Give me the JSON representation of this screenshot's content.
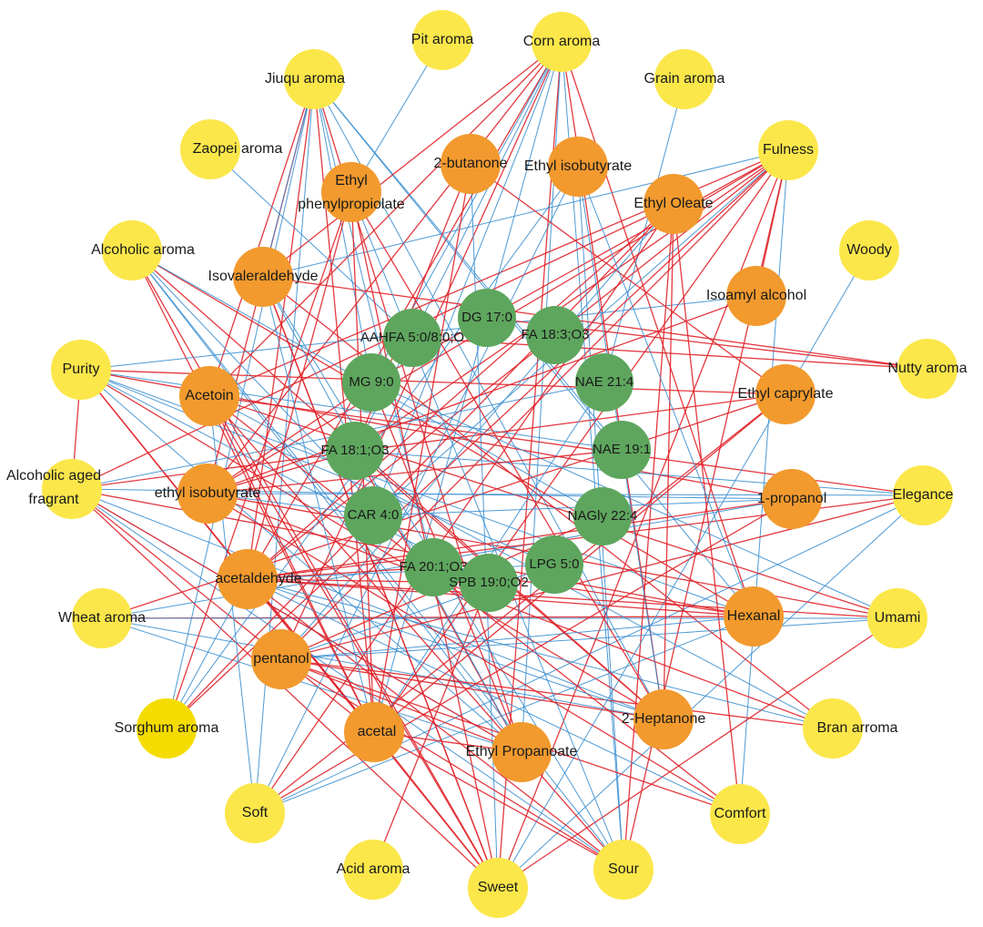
{
  "colors": {
    "background": "#ffffff",
    "flavor_node": "#fbe74a",
    "sorghum_node": "#f5dc00",
    "volatile_node": "#f29a2e",
    "lipid_node": "#5ea65e",
    "edge_positive": "#e0242a",
    "edge_negative": "#3b8fd0"
  },
  "nodes": [
    {
      "id": "pit",
      "label": "Pit aroma",
      "group": "flavor"
    },
    {
      "id": "corn",
      "label": "Corn aroma",
      "group": "flavor"
    },
    {
      "id": "grain",
      "label": "Grain aroma",
      "group": "flavor"
    },
    {
      "id": "jiuqu",
      "label": "Jiuqu aroma",
      "group": "flavor"
    },
    {
      "id": "fulness",
      "label": "Fulness",
      "group": "flavor"
    },
    {
      "id": "zaopei",
      "label": "Zaopei aroma",
      "group": "flavor"
    },
    {
      "id": "woody",
      "label": "Woody",
      "group": "flavor"
    },
    {
      "id": "alcoholic",
      "label": "Alcoholic aroma",
      "group": "flavor"
    },
    {
      "id": "nutty",
      "label": "Nutty aroma",
      "group": "flavor"
    },
    {
      "id": "purity",
      "label": "Purity",
      "group": "flavor"
    },
    {
      "id": "aged",
      "label": "Alcoholic aged\nfragrant",
      "group": "flavor"
    },
    {
      "id": "elegance",
      "label": "Elegance",
      "group": "flavor"
    },
    {
      "id": "wheat",
      "label": "Wheat aroma",
      "group": "flavor"
    },
    {
      "id": "umami",
      "label": "Umami",
      "group": "flavor"
    },
    {
      "id": "sorghum",
      "label": "Sorghum aroma",
      "group": "sorghum"
    },
    {
      "id": "bran",
      "label": "Bran arroma",
      "group": "flavor"
    },
    {
      "id": "soft",
      "label": "Soft",
      "group": "flavor"
    },
    {
      "id": "comfort",
      "label": "Comfort",
      "group": "flavor"
    },
    {
      "id": "acid",
      "label": "Acid aroma",
      "group": "flavor"
    },
    {
      "id": "sweet",
      "label": "Sweet",
      "group": "flavor"
    },
    {
      "id": "sour",
      "label": "Sour",
      "group": "flavor"
    },
    {
      "id": "butanone",
      "label": "2-butanone",
      "group": "volatile"
    },
    {
      "id": "ethisobut1",
      "label": "Ethyl isobutyrate",
      "group": "volatile"
    },
    {
      "id": "ethphen",
      "label": "Ethyl\nphenylpropiolate",
      "group": "volatile"
    },
    {
      "id": "etholeate",
      "label": "Ethyl Oleate",
      "group": "volatile"
    },
    {
      "id": "isoval",
      "label": "Isovaleraldehyde",
      "group": "volatile"
    },
    {
      "id": "isoamyl",
      "label": "Isoamyl alcohol",
      "group": "volatile"
    },
    {
      "id": "acetoin",
      "label": "Acetoin",
      "group": "volatile"
    },
    {
      "id": "ethcapr",
      "label": "Ethyl caprylate",
      "group": "volatile"
    },
    {
      "id": "ethisobut2",
      "label": "ethyl isobutyrate",
      "group": "volatile"
    },
    {
      "id": "propanol",
      "label": "1-propanol",
      "group": "volatile"
    },
    {
      "id": "acetald",
      "label": "acetaldehyde",
      "group": "volatile"
    },
    {
      "id": "hexanal",
      "label": "Hexanal",
      "group": "volatile"
    },
    {
      "id": "pentanol",
      "label": "pentanol",
      "group": "volatile"
    },
    {
      "id": "heptanone",
      "label": "2-Heptanone",
      "group": "volatile"
    },
    {
      "id": "acetal",
      "label": "acetal",
      "group": "volatile"
    },
    {
      "id": "ethprop",
      "label": "Ethyl Propanoate",
      "group": "volatile"
    },
    {
      "id": "dg17",
      "label": "DG 17:0",
      "group": "lipid"
    },
    {
      "id": "aahfa",
      "label": "AAHFA 5:0/8:0;O",
      "group": "lipid"
    },
    {
      "id": "fa183",
      "label": "FA 18:3;O3",
      "group": "lipid"
    },
    {
      "id": "mg9",
      "label": "MG 9:0",
      "group": "lipid"
    },
    {
      "id": "nae214",
      "label": "NAE 21:4",
      "group": "lipid"
    },
    {
      "id": "fa181",
      "label": "FA 18:1;O3",
      "group": "lipid"
    },
    {
      "id": "nae191",
      "label": "NAE 19:1",
      "group": "lipid"
    },
    {
      "id": "car4",
      "label": "CAR 4:0",
      "group": "lipid"
    },
    {
      "id": "nagly",
      "label": "NAGly 22:4",
      "group": "lipid"
    },
    {
      "id": "fa201",
      "label": "FA 20:1;O3",
      "group": "lipid"
    },
    {
      "id": "lpg5",
      "label": "LPG 5:0",
      "group": "lipid"
    },
    {
      "id": "spb19",
      "label": "SPB 19:0;O2",
      "group": "lipid"
    }
  ],
  "edges": [
    [
      "jiuqu",
      "ethisobut2",
      "positive"
    ],
    [
      "jiuqu",
      "acetald",
      "positive"
    ],
    [
      "jiuqu",
      "acetoin",
      "positive"
    ],
    [
      "jiuqu",
      "acetal",
      "positive"
    ],
    [
      "jiuqu",
      "hexanal",
      "negative"
    ],
    [
      "jiuqu",
      "ethprop",
      "positive"
    ],
    [
      "jiuqu",
      "heptanone",
      "negative"
    ],
    [
      "jiuqu",
      "sorghum",
      "negative"
    ],
    [
      "jiuqu",
      "isoval",
      "negative"
    ],
    [
      "jiuqu",
      "mg9",
      "negative"
    ],
    [
      "jiuqu",
      "fa201",
      "negative"
    ],
    [
      "jiuqu",
      "nae191",
      "negative"
    ],
    [
      "jiuqu",
      "soft",
      "negative"
    ],
    [
      "corn",
      "ethisobut2",
      "positive"
    ],
    [
      "corn",
      "acetald",
      "positive"
    ],
    [
      "corn",
      "acetoin",
      "positive"
    ],
    [
      "corn",
      "pentanol",
      "positive"
    ],
    [
      "corn",
      "sweet",
      "positive"
    ],
    [
      "corn",
      "sour",
      "negative"
    ],
    [
      "corn",
      "acetal",
      "negative"
    ],
    [
      "corn",
      "ethprop",
      "negative"
    ],
    [
      "corn",
      "mg9",
      "negative"
    ],
    [
      "corn",
      "fa181",
      "negative"
    ],
    [
      "corn",
      "heptanone",
      "positive"
    ],
    [
      "corn",
      "hexanal",
      "positive"
    ],
    [
      "corn",
      "car4",
      "negative"
    ],
    [
      "corn",
      "isoval",
      "positive"
    ],
    [
      "pit",
      "ethphen",
      "negative"
    ],
    [
      "grain",
      "nae214",
      "negative"
    ],
    [
      "woody",
      "ethcapr",
      "negative"
    ],
    [
      "zaopei",
      "aahfa",
      "negative"
    ],
    [
      "fulness",
      "ethisobut2",
      "positive"
    ],
    [
      "fulness",
      "acetald",
      "positive"
    ],
    [
      "fulness",
      "acetoin",
      "positive"
    ],
    [
      "fulness",
      "pentanol",
      "positive"
    ],
    [
      "fulness",
      "sweet",
      "positive"
    ],
    [
      "fulness",
      "sour",
      "positive"
    ],
    [
      "fulness",
      "acetal",
      "positive"
    ],
    [
      "fulness",
      "fa181",
      "positive"
    ],
    [
      "fulness",
      "car4",
      "negative"
    ],
    [
      "fulness",
      "mg9",
      "positive"
    ],
    [
      "fulness",
      "comfort",
      "negative"
    ],
    [
      "fulness",
      "isoval",
      "negative"
    ],
    [
      "alcoholic",
      "acetal",
      "positive"
    ],
    [
      "alcoholic",
      "ethprop",
      "negative"
    ],
    [
      "alcoholic",
      "hexanal",
      "positive"
    ],
    [
      "alcoholic",
      "heptanone",
      "positive"
    ],
    [
      "alcoholic",
      "sweet",
      "positive"
    ],
    [
      "alcoholic",
      "sour",
      "negative"
    ],
    [
      "alcoholic",
      "nagly",
      "negative"
    ],
    [
      "alcoholic",
      "fa201",
      "negative"
    ],
    [
      "purity",
      "ethcapr",
      "positive"
    ],
    [
      "purity",
      "hexanal",
      "negative"
    ],
    [
      "purity",
      "heptanone",
      "positive"
    ],
    [
      "purity",
      "ethprop",
      "negative"
    ],
    [
      "purity",
      "acetal",
      "positive"
    ],
    [
      "purity",
      "sweet",
      "positive"
    ],
    [
      "purity",
      "nae191",
      "negative"
    ],
    [
      "purity",
      "lpg5",
      "negative"
    ],
    [
      "purity",
      "spb19",
      "negative"
    ],
    [
      "purity",
      "propanol",
      "positive"
    ],
    [
      "purity",
      "isoamyl",
      "negative"
    ],
    [
      "purity",
      "aged",
      "positive"
    ],
    [
      "aged",
      "ethcapr",
      "positive"
    ],
    [
      "aged",
      "hexanal",
      "positive"
    ],
    [
      "aged",
      "heptanone",
      "negative"
    ],
    [
      "aged",
      "ethprop",
      "negative"
    ],
    [
      "aged",
      "acetal",
      "positive"
    ],
    [
      "aged",
      "sweet",
      "positive"
    ],
    [
      "aged",
      "sour",
      "negative"
    ],
    [
      "aged",
      "propanol",
      "negative"
    ],
    [
      "aged",
      "etholeate",
      "positive"
    ],
    [
      "aged",
      "nae214",
      "negative"
    ],
    [
      "wheat",
      "hexanal",
      "positive"
    ],
    [
      "wheat",
      "heptanone",
      "negative"
    ],
    [
      "wheat",
      "ethprop",
      "negative"
    ],
    [
      "wheat",
      "propanol",
      "negative"
    ],
    [
      "wheat",
      "ethcapr",
      "positive"
    ],
    [
      "wheat",
      "umami",
      "negative"
    ],
    [
      "sorghum",
      "acetald",
      "negative"
    ],
    [
      "sorghum",
      "etholeate",
      "positive"
    ],
    [
      "sorghum",
      "fulness",
      "positive"
    ],
    [
      "sorghum",
      "ethisobut1",
      "negative"
    ],
    [
      "sorghum",
      "ethphen",
      "positive"
    ],
    [
      "soft",
      "etholeate",
      "positive"
    ],
    [
      "soft",
      "ethisobut1",
      "negative"
    ],
    [
      "soft",
      "acetoin",
      "negative"
    ],
    [
      "soft",
      "hexanal",
      "negative"
    ],
    [
      "soft",
      "propanol",
      "positive"
    ],
    [
      "soft",
      "elegance",
      "negative"
    ],
    [
      "acid",
      "spb19",
      "positive"
    ],
    [
      "sweet",
      "butanone",
      "negative"
    ],
    [
      "sweet",
      "ethphen",
      "positive"
    ],
    [
      "sweet",
      "isoval",
      "positive"
    ],
    [
      "sweet",
      "elegance",
      "negative"
    ],
    [
      "sweet",
      "umami",
      "positive"
    ],
    [
      "sour",
      "etholeate",
      "positive"
    ],
    [
      "sour",
      "ethisobut1",
      "negative"
    ],
    [
      "sour",
      "acetald",
      "positive"
    ],
    [
      "sour",
      "pentanol",
      "positive"
    ],
    [
      "sour",
      "isoval",
      "negative"
    ],
    [
      "comfort",
      "ethisobut2",
      "positive"
    ],
    [
      "comfort",
      "acetald",
      "negative"
    ],
    [
      "comfort",
      "pentanol",
      "positive"
    ],
    [
      "comfort",
      "acetoin",
      "positive"
    ],
    [
      "comfort",
      "etholeate",
      "positive"
    ],
    [
      "bran",
      "ethisobut2",
      "positive"
    ],
    [
      "bran",
      "acetald",
      "negative"
    ],
    [
      "bran",
      "pentanol",
      "positive"
    ],
    [
      "bran",
      "acetoin",
      "negative"
    ],
    [
      "bran",
      "isoval",
      "positive"
    ],
    [
      "umami",
      "ethisobut2",
      "positive"
    ],
    [
      "umami",
      "acetald",
      "positive"
    ],
    [
      "umami",
      "pentanol",
      "negative"
    ],
    [
      "umami",
      "acetoin",
      "positive"
    ],
    [
      "umami",
      "mg9",
      "negative"
    ],
    [
      "elegance",
      "ethisobut2",
      "negative"
    ],
    [
      "elegance",
      "acetald",
      "positive"
    ],
    [
      "elegance",
      "pentanol",
      "positive"
    ],
    [
      "elegance",
      "acetoin",
      "positive"
    ],
    [
      "elegance",
      "fa181",
      "negative"
    ],
    [
      "nutty",
      "aahfa",
      "positive"
    ],
    [
      "nutty",
      "isoval",
      "positive"
    ],
    [
      "nutty",
      "dg17",
      "positive"
    ],
    [
      "ethcapr",
      "butanone",
      "positive"
    ],
    [
      "ethcapr",
      "sweet",
      "negative"
    ],
    [
      "ethcapr",
      "soft",
      "positive"
    ],
    [
      "ethcapr",
      "acetal",
      "positive"
    ],
    [
      "isoamyl",
      "ethisobut2",
      "positive"
    ],
    [
      "isoamyl",
      "fulness",
      "positive"
    ],
    [
      "etholeate",
      "acetald",
      "positive"
    ],
    [
      "etholeate",
      "heptanone",
      "positive"
    ],
    [
      "etholeate",
      "pentanol",
      "negative"
    ],
    [
      "ethisobut1",
      "hexanal",
      "negative"
    ],
    [
      "ethisobut1",
      "heptanone",
      "negative"
    ],
    [
      "butanone",
      "acetal",
      "positive"
    ],
    [
      "butanone",
      "fa181",
      "positive"
    ],
    [
      "ethphen",
      "acetal",
      "positive"
    ],
    [
      "ethphen",
      "acetald",
      "positive"
    ],
    [
      "ethphen",
      "sour",
      "negative"
    ],
    [
      "ethphen",
      "heptanone",
      "positive"
    ],
    [
      "hexanal",
      "acetald",
      "positive"
    ],
    [
      "hexanal",
      "pentanol",
      "negative"
    ],
    [
      "hexanal",
      "fa201",
      "positive"
    ],
    [
      "heptanone",
      "pentanol",
      "positive"
    ],
    [
      "heptanone",
      "acetald",
      "negative"
    ],
    [
      "heptanone",
      "fa181",
      "positive"
    ],
    [
      "acetal",
      "ethprop",
      "positive"
    ],
    [
      "acetal",
      "sweet",
      "positive"
    ],
    [
      "acetal",
      "sour",
      "positive"
    ],
    [
      "acetal",
      "acetald",
      "positive"
    ],
    [
      "acetal",
      "nae214",
      "negative"
    ],
    [
      "ethprop",
      "aged",
      "positive"
    ],
    [
      "ethprop",
      "pentanol",
      "positive"
    ],
    [
      "ethprop",
      "fa181",
      "positive"
    ],
    [
      "ethprop",
      "mg9",
      "positive"
    ],
    [
      "propanol",
      "acetald",
      "positive"
    ],
    [
      "propanol",
      "car4",
      "negative"
    ],
    [
      "acetoin",
      "sour",
      "positive"
    ],
    [
      "acetoin",
      "sweet",
      "positive"
    ],
    [
      "acetoin",
      "acetal",
      "positive"
    ],
    [
      "isoval",
      "acetal",
      "negative"
    ],
    [
      "isoval",
      "ethprop",
      "negative"
    ],
    [
      "isoval",
      "sweet",
      "positive"
    ],
    [
      "pentanol",
      "nagly",
      "positive"
    ],
    [
      "pentanol",
      "lpg5",
      "negative"
    ],
    [
      "acetald",
      "lpg5",
      "negative"
    ],
    [
      "acetald",
      "spb19",
      "positive"
    ],
    [
      "acetald",
      "fa201",
      "positive"
    ],
    [
      "ethisobut2",
      "fa181",
      "positive"
    ],
    [
      "ethisobut2",
      "car4",
      "negative"
    ],
    [
      "ethisobut2",
      "nae191",
      "positive"
    ],
    [
      "ethisobut2",
      "mg9",
      "positive"
    ]
  ]
}
